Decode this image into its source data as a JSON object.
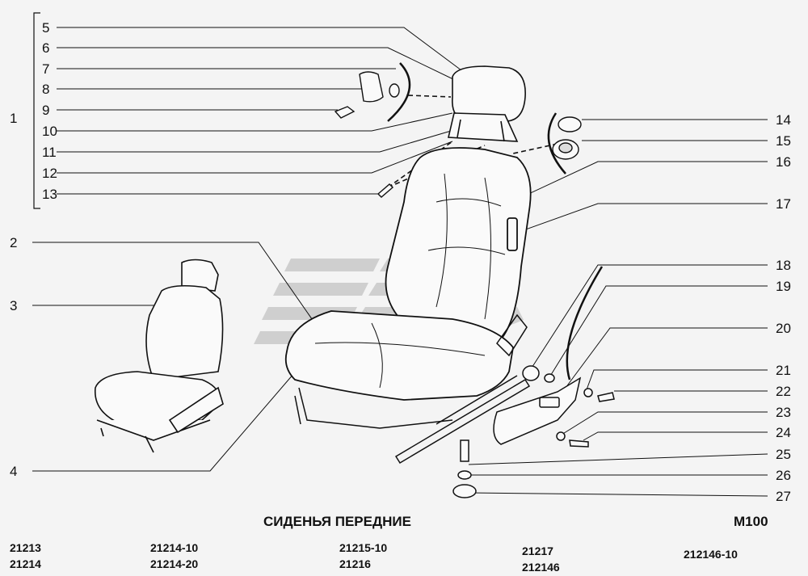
{
  "callouts": [
    "1",
    "2",
    "3",
    "4",
    "5",
    "6",
    "7",
    "8",
    "9",
    "10",
    "11",
    "12",
    "13",
    "14",
    "15",
    "16",
    "17",
    "18",
    "19",
    "20",
    "21",
    "22",
    "23",
    "24",
    "25",
    "26",
    "27"
  ],
  "title": "СИДЕНЬЯ ПЕРЕДНИЕ",
  "code": "M100",
  "models": [
    [
      "21213",
      "21214"
    ],
    [
      "21214-10",
      "21214-20"
    ],
    [
      "21215-10",
      "21216"
    ],
    [
      "21217",
      "212146"
    ],
    [
      "212146-10"
    ]
  ]
}
